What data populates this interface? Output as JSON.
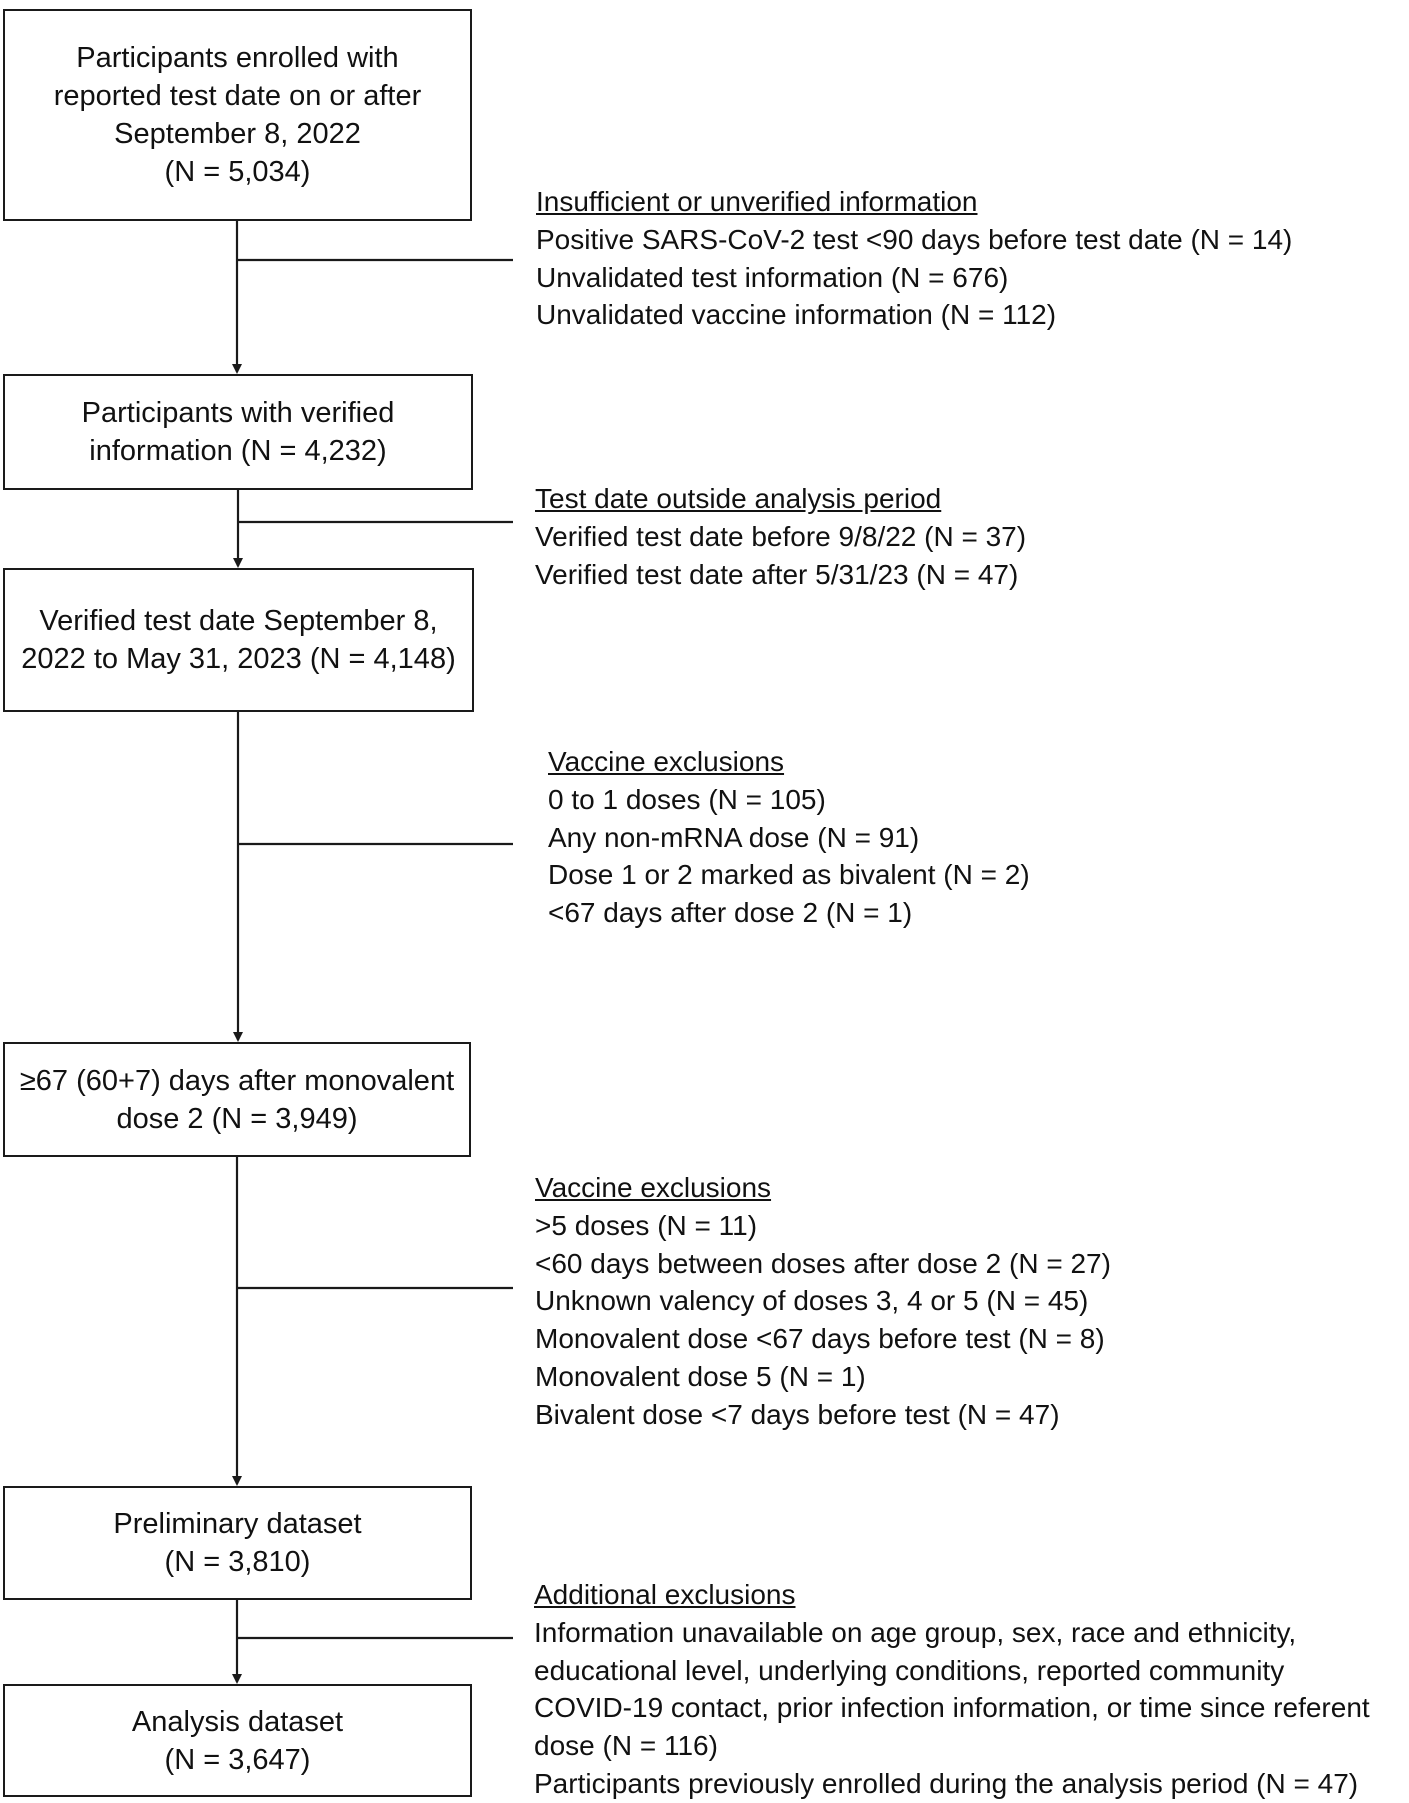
{
  "boxes": [
    {
      "id": "enrolled",
      "lines": [
        "Participants enrolled with",
        "reported test date on or after",
        "September 8, 2022",
        "(N = 5,034)"
      ]
    },
    {
      "id": "verified",
      "lines": [
        "Participants with verified",
        "information (N = 4,232)"
      ]
    },
    {
      "id": "test-date",
      "lines": [
        "Verified test date September 8,",
        "2022 to May 31, 2023 (N = 4,148)"
      ]
    },
    {
      "id": "dose2",
      "lines": [
        "≥67 (60+7) days after monovalent",
        "dose 2 (N = 3,949)"
      ]
    },
    {
      "id": "preliminary",
      "lines": [
        "Preliminary dataset",
        "(N =  3,810)"
      ]
    },
    {
      "id": "analysis",
      "lines": [
        "Analysis dataset",
        "(N = 3,647)"
      ]
    }
  ],
  "exclusions": [
    {
      "heading": "Insufficient or unverified information",
      "items": [
        "Positive SARS-CoV-2 test <90 days before test date (N = 14)",
        "Unvalidated test information (N = 676)",
        "Unvalidated vaccine information (N = 112)"
      ]
    },
    {
      "heading": "Test date outside analysis period",
      "items": [
        "Verified test date before 9/8/22 (N = 37)",
        "Verified test date after 5/31/23 (N = 47)"
      ]
    },
    {
      "heading": "Vaccine exclusions",
      "items": [
        "0 to 1 doses (N = 105)",
        "Any non-mRNA dose (N = 91)",
        "Dose 1 or 2 marked as bivalent (N = 2)",
        "<67 days after dose 2 (N = 1)"
      ]
    },
    {
      "heading": "Vaccine exclusions",
      "items": [
        ">5 doses (N = 11)",
        "<60 days between doses after dose 2 (N = 27)",
        "Unknown valency of doses 3, 4 or 5 (N = 45)",
        "Monovalent dose <67 days before test (N = 8)",
        "Monovalent dose 5 (N = 1)",
        "Bivalent dose <7 days before test (N = 47)"
      ]
    },
    {
      "heading": "Additional exclusions",
      "items": [
        "Information unavailable on age group, sex, race and ethnicity,",
        "educational level, underlying conditions, reported community",
        "COVID-19 contact, prior infection information, or time since referent",
        "dose (N = 116)",
        "Participants previously enrolled during the analysis period (N = 47)"
      ]
    }
  ]
}
